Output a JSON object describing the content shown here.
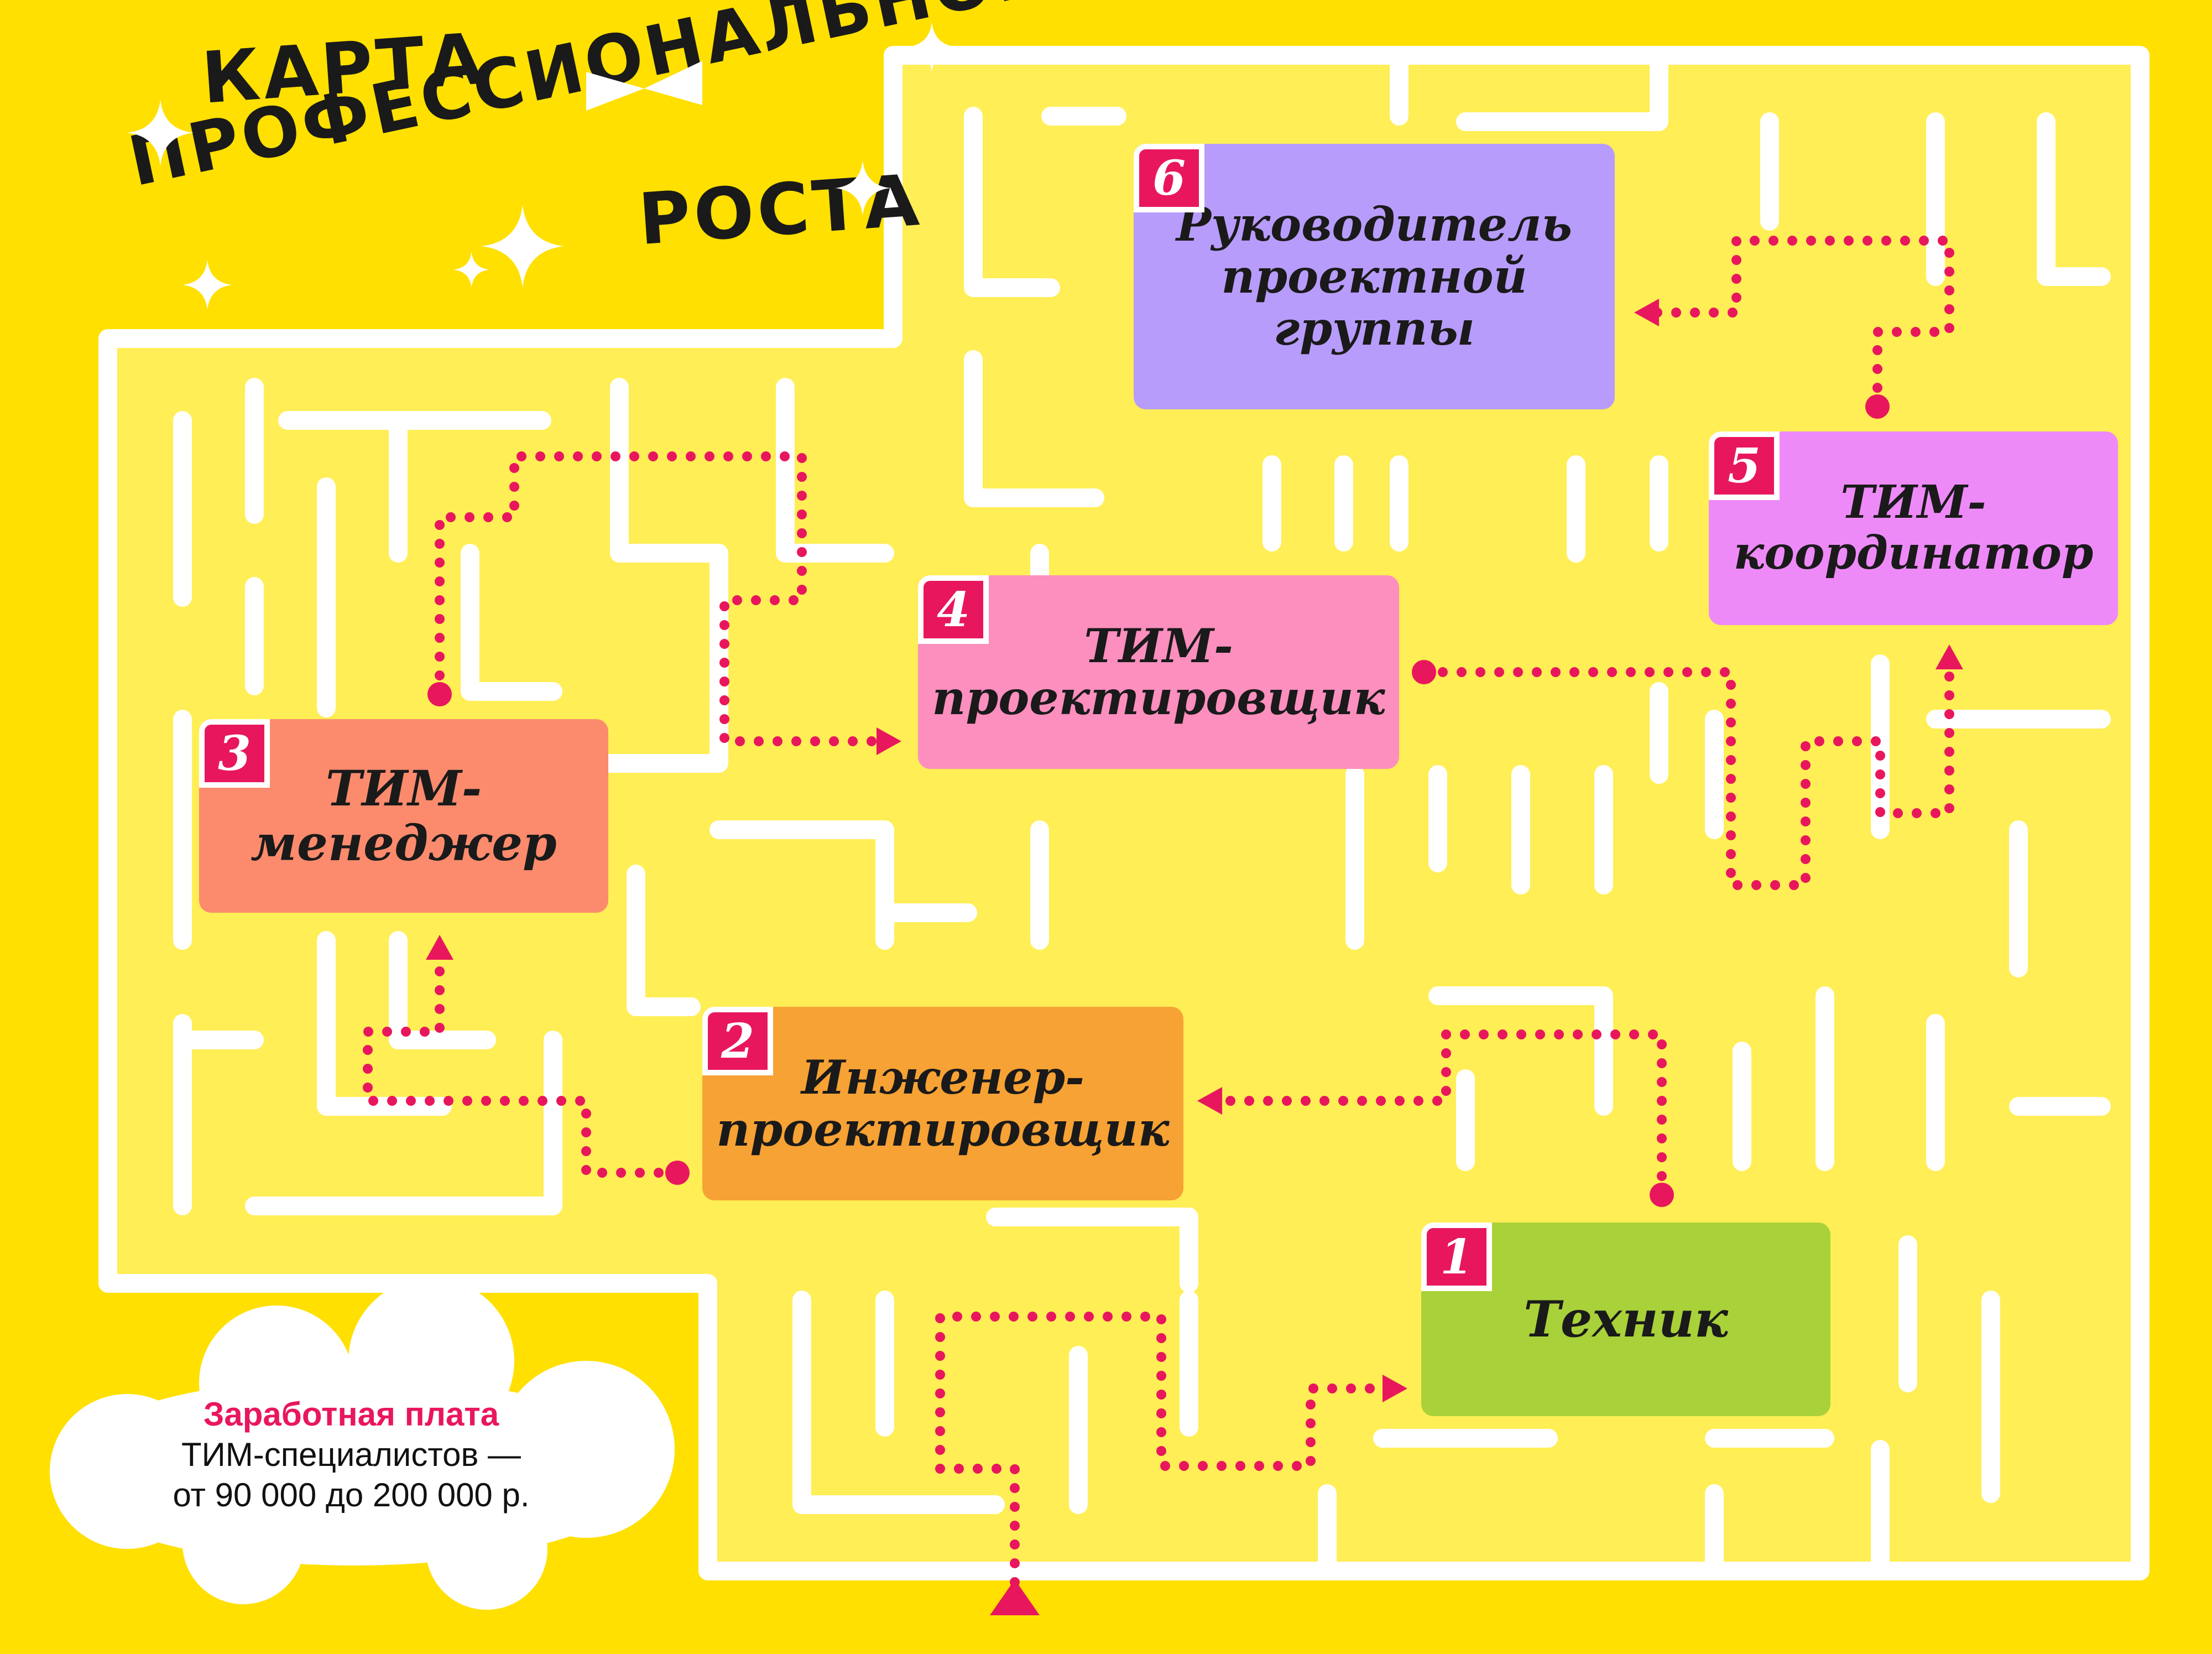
{
  "title": {
    "line1": "КАРТА",
    "line2": "ПРОФЕССИОНАЛЬНОГО",
    "line3": "РОСТА"
  },
  "colors": {
    "background": "#FFE000",
    "maze_corridor": "#FFEE55",
    "maze_wall": "#FFFFFF",
    "path": "#E8175D",
    "step1": "#A9D13A",
    "step2": "#F7A234",
    "step3": "#FC8B6D",
    "step4": "#FC8FBE",
    "step5": "#EE8AF8",
    "step6": "#B89CFC"
  },
  "steps": [
    {
      "number": "1",
      "label": "Техник"
    },
    {
      "number": "2",
      "label": "Инженер-\nпроектировщик"
    },
    {
      "number": "3",
      "label": "ТИМ-\nменеджер"
    },
    {
      "number": "4",
      "label": "ТИМ-\nпроектировщик"
    },
    {
      "number": "5",
      "label": "ТИМ-\nкоординатор"
    },
    {
      "number": "6",
      "label": "Руководитель\nпроектной\nгруппы"
    }
  ],
  "salary": {
    "line1": "Заработная плата",
    "line2": "ТИМ-специалистов —",
    "line3": "от 90 000 до 200 000 р."
  }
}
